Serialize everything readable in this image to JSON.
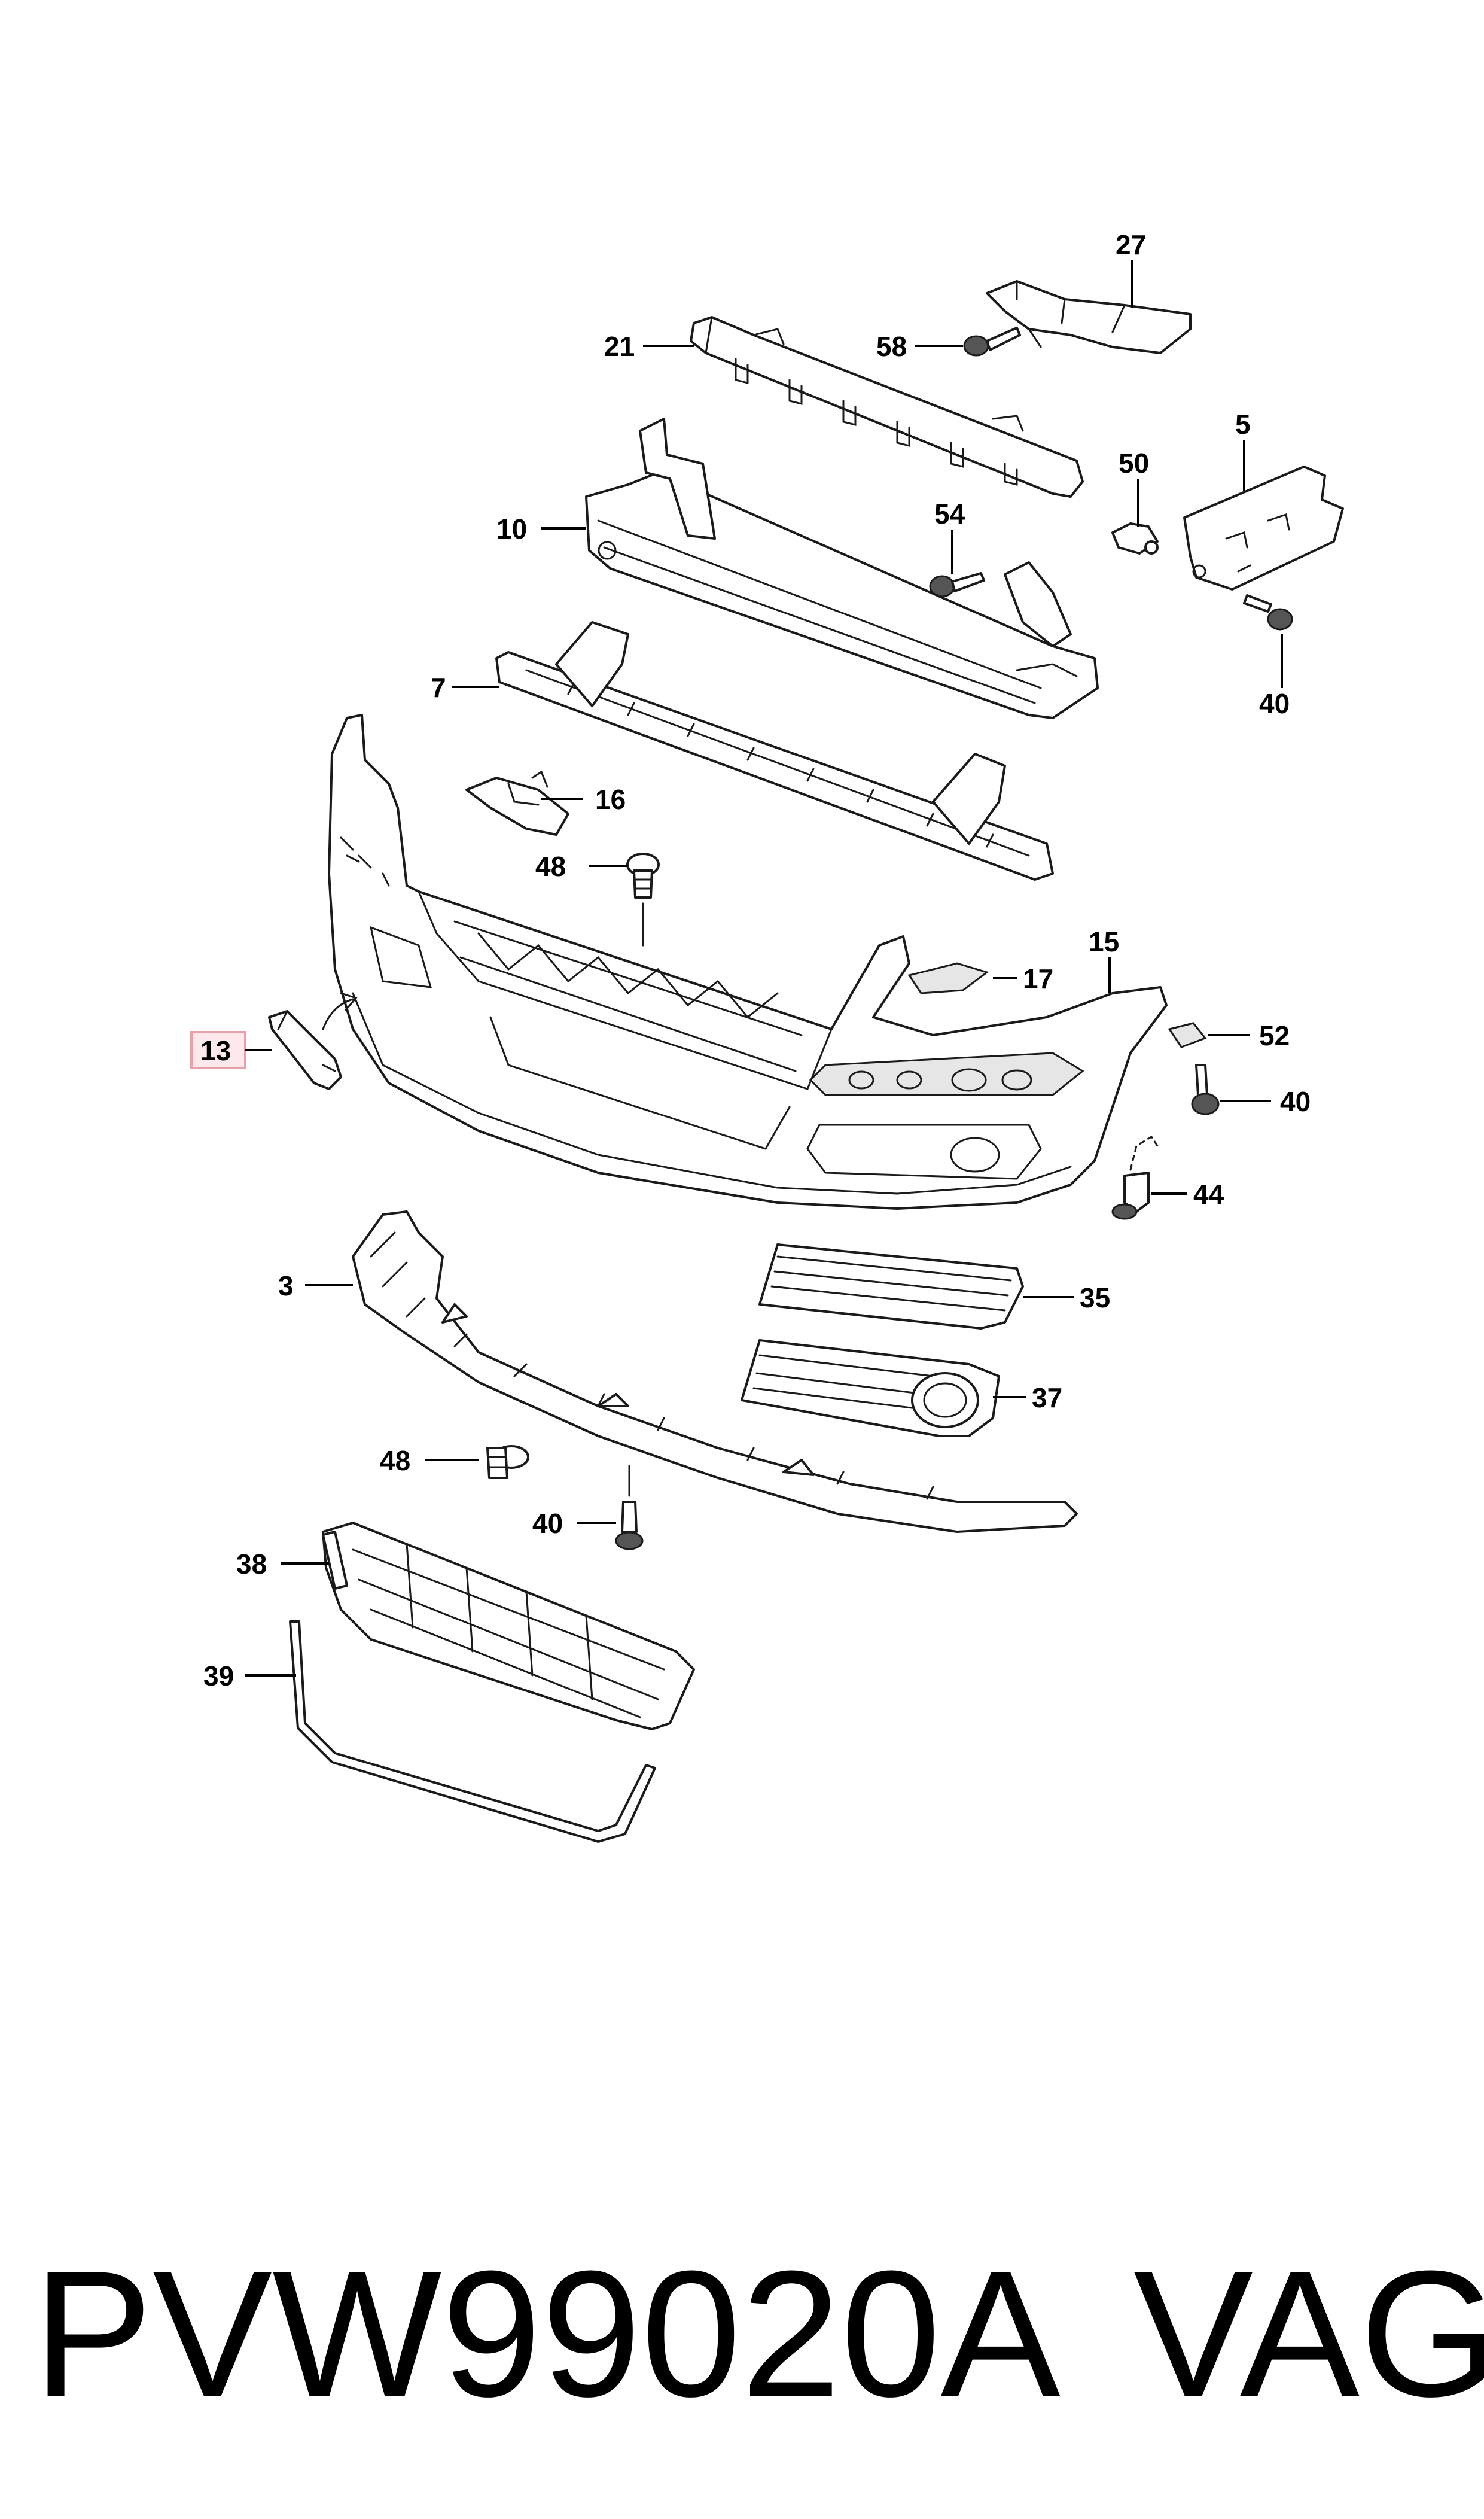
{
  "callouts": {
    "c27": "27",
    "c21": "21",
    "c58": "58",
    "c5": "5",
    "c50": "50",
    "c54": "54",
    "c10": "10",
    "c40a": "40",
    "c7": "7",
    "c16": "16",
    "c48a": "48",
    "c15": "15",
    "c17": "17",
    "c52": "52",
    "c40b": "40",
    "c13": "13",
    "c44": "44",
    "c3": "3",
    "c35": "35",
    "c37": "37",
    "c48b": "48",
    "c40c": "40",
    "c38": "38",
    "c39": "39"
  },
  "highlight_color": "#e8a0aa",
  "highlight_fill": "#fde8ec",
  "footer": {
    "part_number": "PVW99020A",
    "brand": "VAG"
  }
}
